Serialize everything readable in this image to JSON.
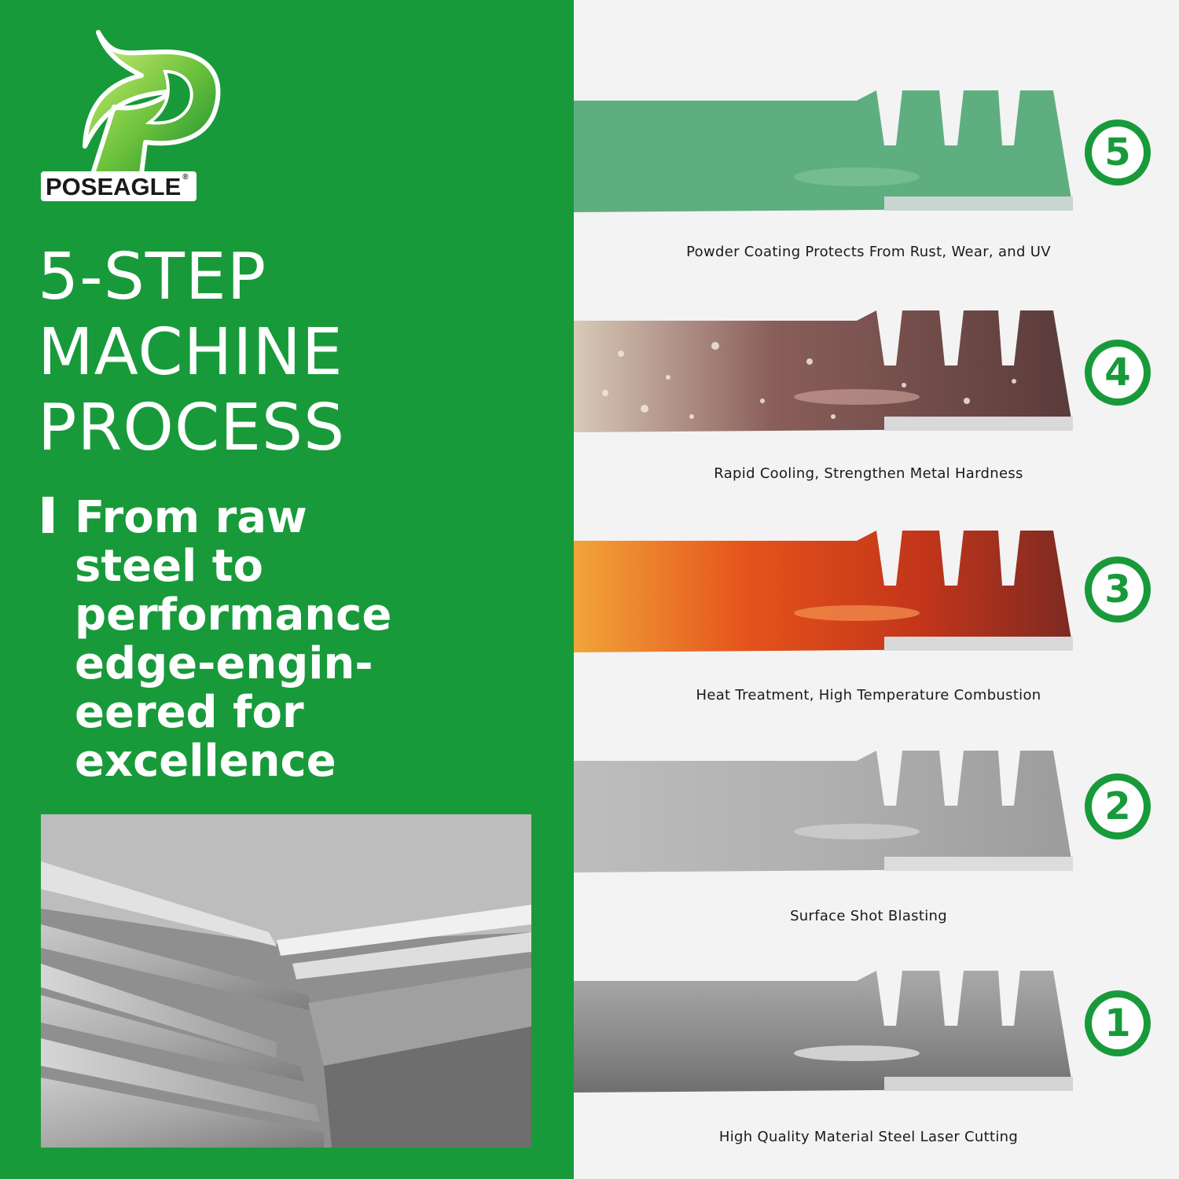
{
  "brand": {
    "name": "POSEAGLE",
    "mark": "®",
    "logo_icon": "eagle-p-logo-icon"
  },
  "headline": {
    "lines": [
      "5-STEP",
      "MACHINE",
      "PROCESS"
    ]
  },
  "subheadline": {
    "lines": [
      "From raw",
      "steel to",
      "performance",
      "edge-engin-",
      "eered for",
      "excellence"
    ]
  },
  "steps": [
    {
      "number": "5",
      "caption": "Powder Coating Protects From Rust, Wear, and UV",
      "finish_color": "#5fae80"
    },
    {
      "number": "4",
      "caption": "Rapid Cooling, Strengthen Metal Hardness",
      "finish_color": "#7a4a48"
    },
    {
      "number": "3",
      "caption": "Heat Treatment, High Temperature Combustion",
      "finish_color": "#e0451a"
    },
    {
      "number": "2",
      "caption": "Surface Shot Blasting",
      "finish_color": "#b7b7b7"
    },
    {
      "number": "1",
      "caption": "High Quality Material Steel Laser Cutting",
      "finish_color": "#9a9a9a"
    }
  ],
  "colors": {
    "brand_green": "#189a3a",
    "background": "#f3f3f3"
  }
}
